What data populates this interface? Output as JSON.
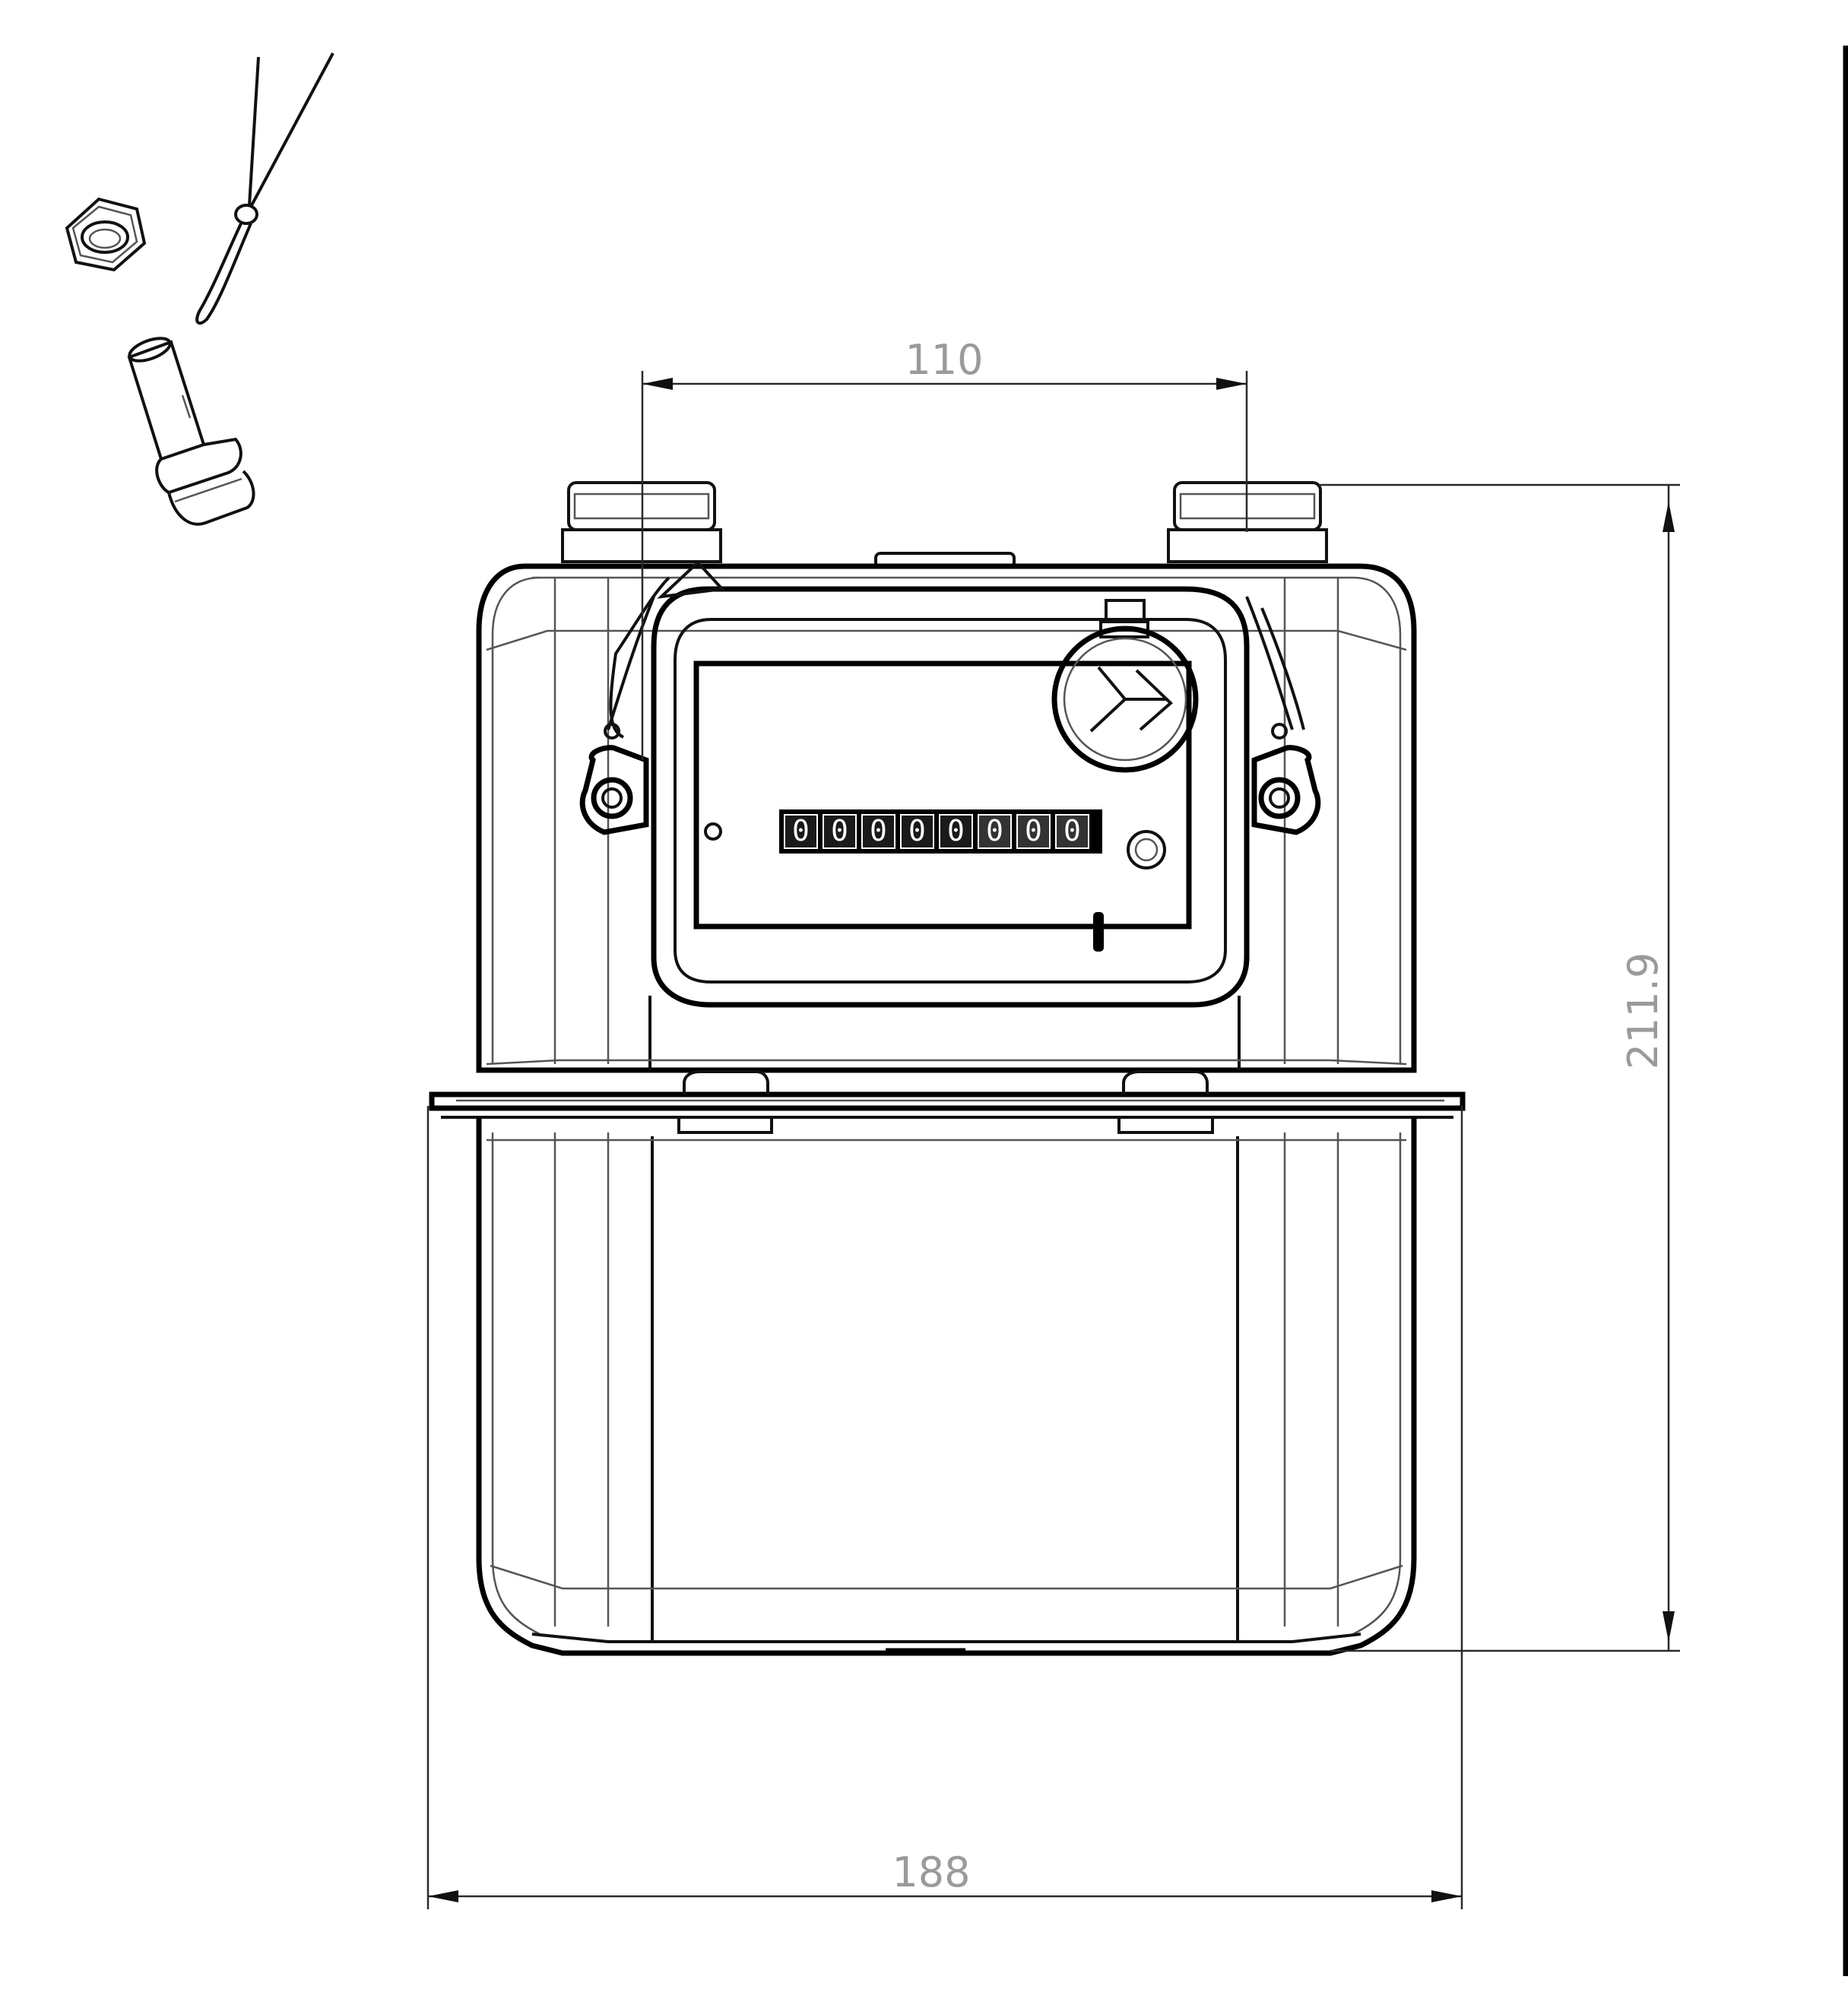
{
  "dimensions": {
    "top_width": "110",
    "overall_width": "188",
    "height": "211.9"
  },
  "counter": {
    "digits": [
      "0",
      "0",
      "0",
      "0",
      "0",
      "0",
      "0",
      "0"
    ]
  }
}
